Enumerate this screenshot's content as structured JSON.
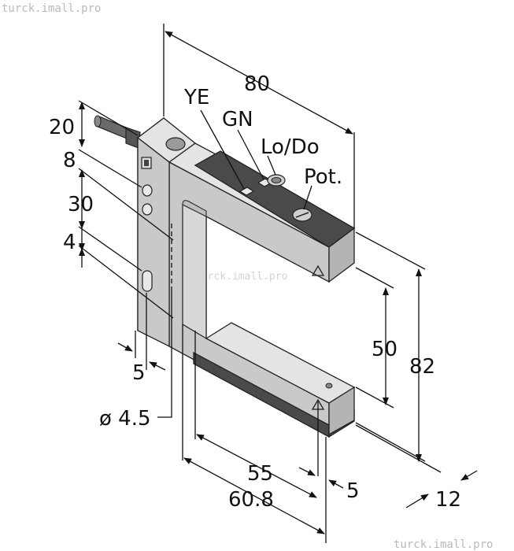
{
  "watermark": {
    "top_left": "turck.imall.pro",
    "center": "turck.imall.pro",
    "bottom_right": "turck.imall.pro"
  },
  "labels": {
    "ye": "YE",
    "gn": "GN",
    "lodo": "Lo/Do",
    "pot": "Pot."
  },
  "dimensions": {
    "width": "80",
    "height": "82",
    "gap": "50",
    "side_20": "20",
    "side_8": "8",
    "side_30": "30",
    "side_4": "4",
    "hole_offset": "5",
    "hole_diameter": "ø 4.5",
    "inner_width": "55",
    "overall_width": "60.8",
    "slot_5": "5",
    "depth": "12"
  }
}
